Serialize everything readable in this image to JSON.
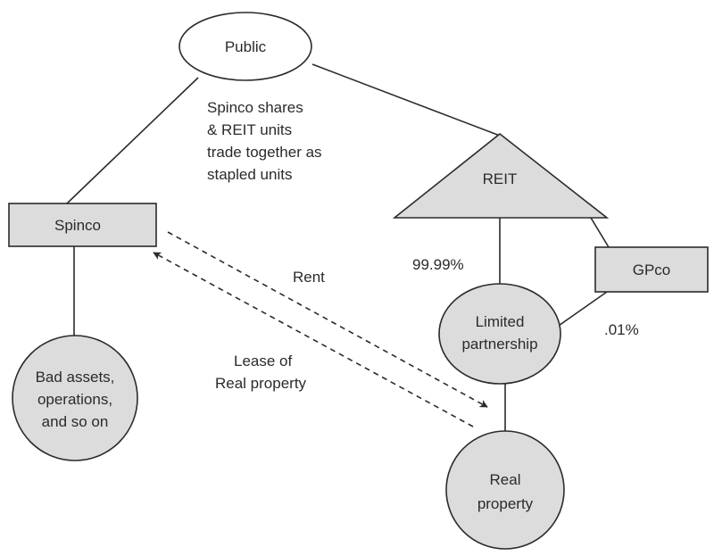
{
  "nodes": {
    "public": "Public",
    "reit": "REIT",
    "spinco": "Spinco",
    "gpco": "GPco",
    "bad_assets": [
      "Bad assets,",
      "operations,",
      "and so on"
    ],
    "limited_partnership": [
      "Limited",
      "partnership"
    ],
    "real_property": [
      "Real",
      "property"
    ]
  },
  "labels": {
    "stapled_note": [
      "Spinco shares",
      "& REIT units",
      "trade together as",
      "stapled units"
    ],
    "reit_ownership": "99.99%",
    "gpco_ownership": ".01%",
    "rent": "Rent",
    "lease": [
      "Lease of",
      "Real property"
    ]
  },
  "colors": {
    "node_fill": "#dcdcdc",
    "public_fill": "#ffffff",
    "stroke": "#2b2b2b"
  }
}
